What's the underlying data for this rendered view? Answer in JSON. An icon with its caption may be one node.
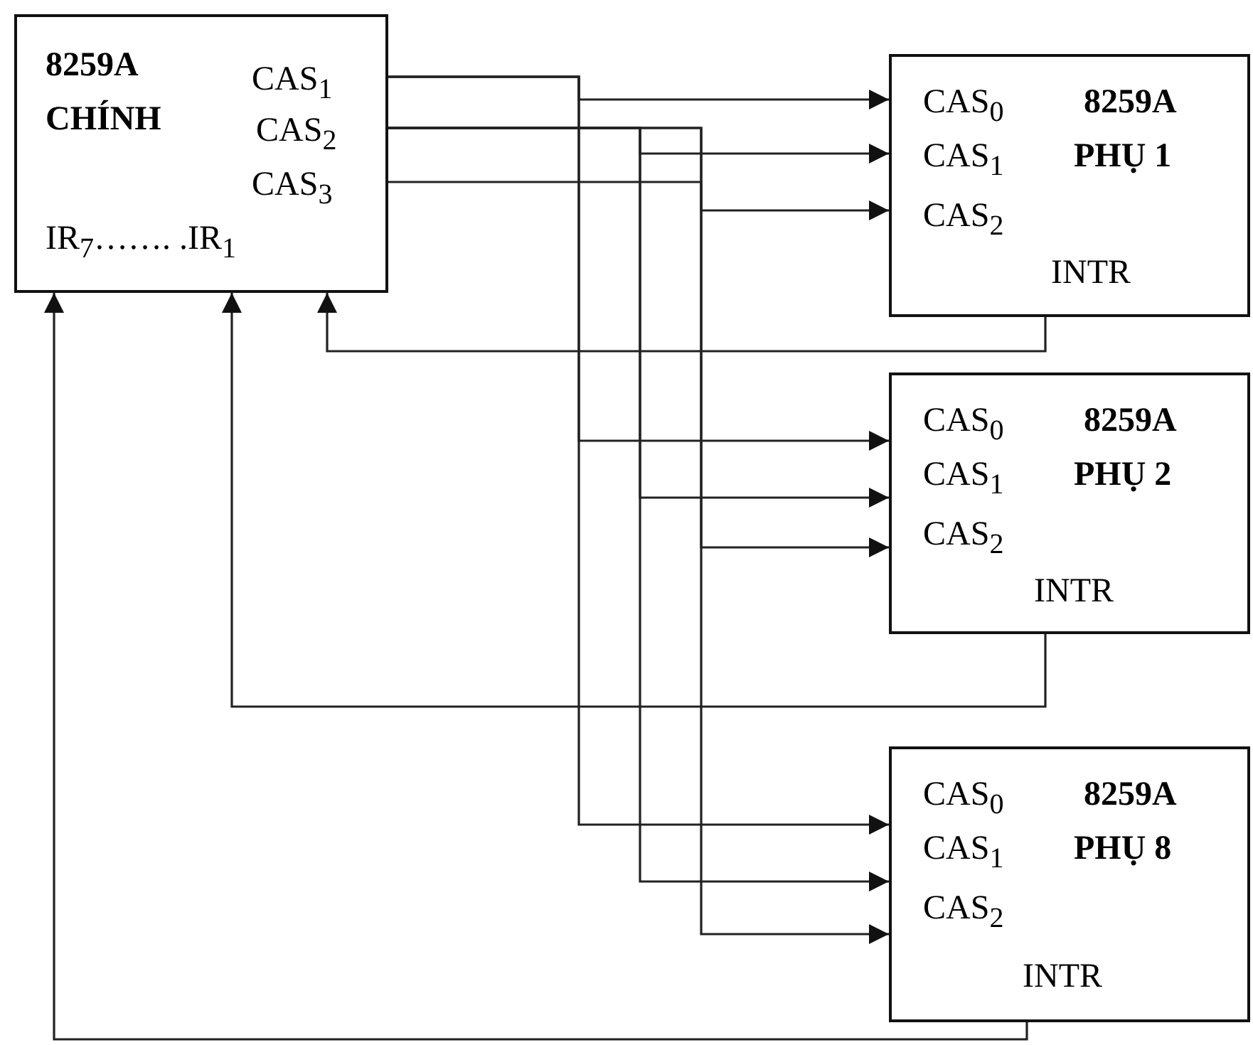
{
  "diagram": {
    "nodes": [
      {
        "text": [
          "8259A",
          "CHÍNH"
        ]
      },
      {
        "text": [
          "CAS$_{1}$"
        ],
        "in": 0
      },
      {
        "text": [
          "CAS$_{2}$"
        ],
        "in": 0
      },
      {
        "text": [
          "CAS$_{3}$"
        ],
        "in": 0
      },
      {
        "text": [
          "IR$_{7}$……. .IR$_{1}$"
        ],
        "in": 0
      },
      {
        "text": [
          "8259A",
          "PHỤ 1"
        ]
      },
      {
        "text": [
          "CAS$_{0}$"
        ],
        "in": 5
      },
      {
        "text": [
          "CAS$_{1}$"
        ],
        "in": 5
      },
      {
        "text": [
          "CAS$_{2}$"
        ],
        "in": 5
      },
      {
        "text": [
          "INTR"
        ],
        "in": 5
      },
      {
        "text": [
          "8259A",
          "PHỤ 2"
        ]
      },
      {
        "text": [
          "CAS$_{0}$"
        ],
        "in": 10
      },
      {
        "text": [
          "CAS$_{1}$"
        ],
        "in": 10
      },
      {
        "text": [
          "CAS$_{2}$"
        ],
        "in": 10
      },
      {
        "text": [
          "INTR"
        ],
        "in": 10
      },
      {
        "text": [
          "8259A",
          "PHỤ 8"
        ]
      },
      {
        "text": [
          "CAS$_{0}$"
        ],
        "in": 15
      },
      {
        "text": [
          "CAS$_{1}$"
        ],
        "in": 15
      },
      {
        "text": [
          "CAS$_{2}$"
        ],
        "in": 15
      },
      {
        "text": [
          "INTR"
        ],
        "in": 15
      }
    ],
    "edges": [
      {
        "from": 1,
        "to": 6,
        "arrow": "to"
      },
      {
        "from": 1,
        "to": 11,
        "arrow": "to"
      },
      {
        "from": 1,
        "to": 16,
        "arrow": "to"
      },
      {
        "from": 2,
        "to": 7,
        "arrow": "to"
      },
      {
        "from": 2,
        "to": 12,
        "arrow": "to"
      },
      {
        "from": 2,
        "to": 17,
        "arrow": "to"
      },
      {
        "from": 3,
        "to": 8,
        "arrow": "to"
      },
      {
        "from": 2,
        "to": 13,
        "arrow": "to"
      },
      {
        "from": 2,
        "to": 18,
        "arrow": "to"
      },
      {
        "from": 9,
        "to": 0,
        "arrow": "to"
      },
      {
        "from": 14,
        "to": 0,
        "arrow": "to"
      },
      {
        "from": 19,
        "to": 0,
        "arrow": "to"
      }
    ]
  }
}
